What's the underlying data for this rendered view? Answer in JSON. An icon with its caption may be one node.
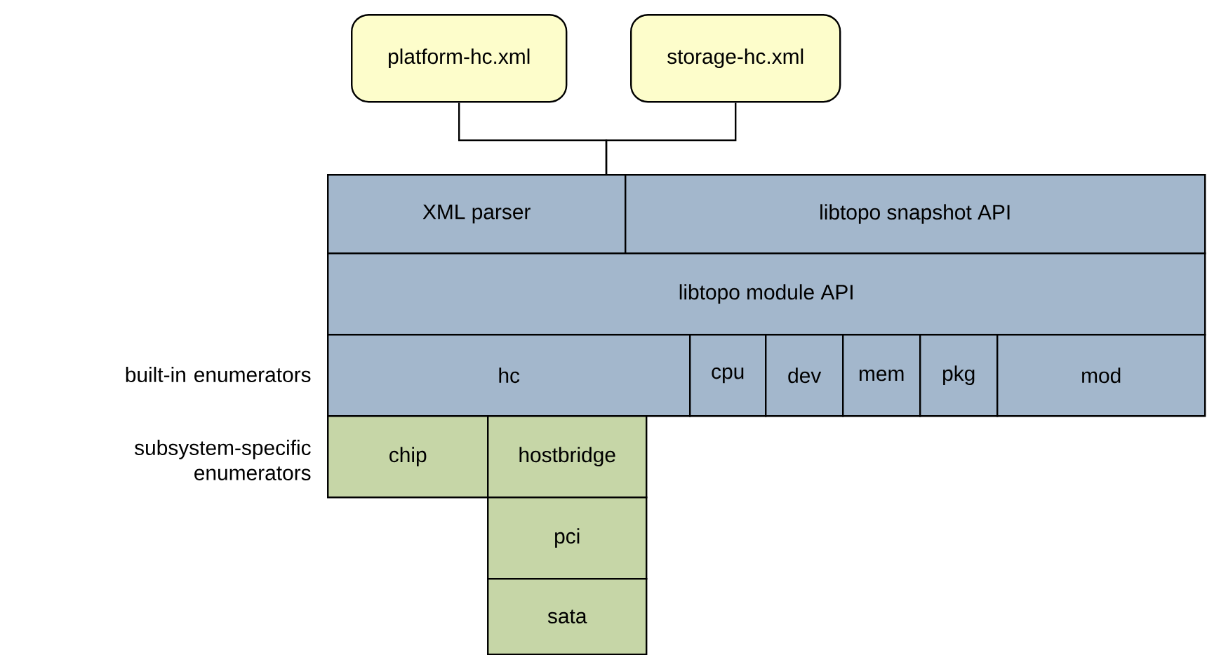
{
  "diagram": {
    "nodes": [
      {
        "text": [
          "platform-hc.xml"
        ]
      },
      {
        "text": [
          "storage-hc.xml"
        ]
      },
      {
        "text": [
          "XML parser"
        ]
      },
      {
        "text": [
          "libtopo snapshot API"
        ]
      },
      {
        "text": [
          "libtopo module API"
        ]
      },
      {
        "text": [
          "hc"
        ]
      },
      {
        "text": [
          "cpu"
        ]
      },
      {
        "text": [
          "dev"
        ]
      },
      {
        "text": [
          "mem"
        ]
      },
      {
        "text": [
          "pkg"
        ]
      },
      {
        "text": [
          "mod"
        ]
      },
      {
        "text": [
          "chip"
        ]
      },
      {
        "text": [
          "hostbridge"
        ]
      },
      {
        "text": [
          "pci"
        ]
      },
      {
        "text": [
          "sata"
        ]
      }
    ],
    "edges": [
      {
        "from": 0,
        "to": 2,
        "arrow": "none"
      },
      {
        "from": 1,
        "to": 2,
        "arrow": "none"
      }
    ],
    "labels": [
      "built-in enumerators",
      "subsystem-specific enumerators"
    ]
  }
}
